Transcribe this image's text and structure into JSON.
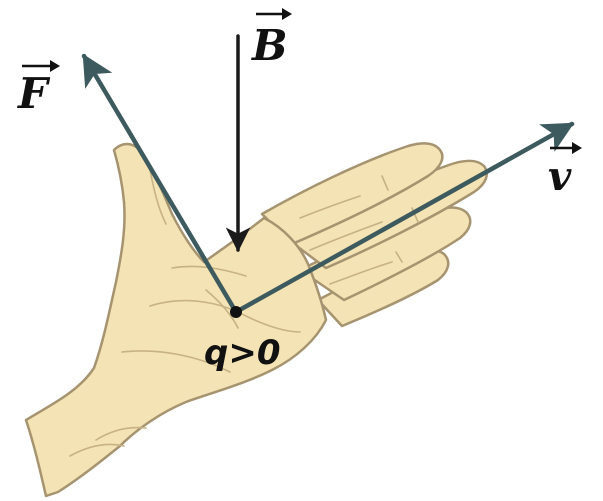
{
  "labels": {
    "force": "F",
    "field": "B",
    "velocity": "v",
    "charge": "q>0"
  },
  "colors": {
    "background": "#ffffff",
    "hand_fill": "#f4e3b4",
    "hand_outline": "#a69470",
    "crease": "#c6b285",
    "vector": "#3d5a5e",
    "field_vector": "#1a1a1a",
    "charge_point": "#111111"
  },
  "icons": {
    "hand": "left-hand-icon",
    "charge": "point-charge-icon"
  }
}
